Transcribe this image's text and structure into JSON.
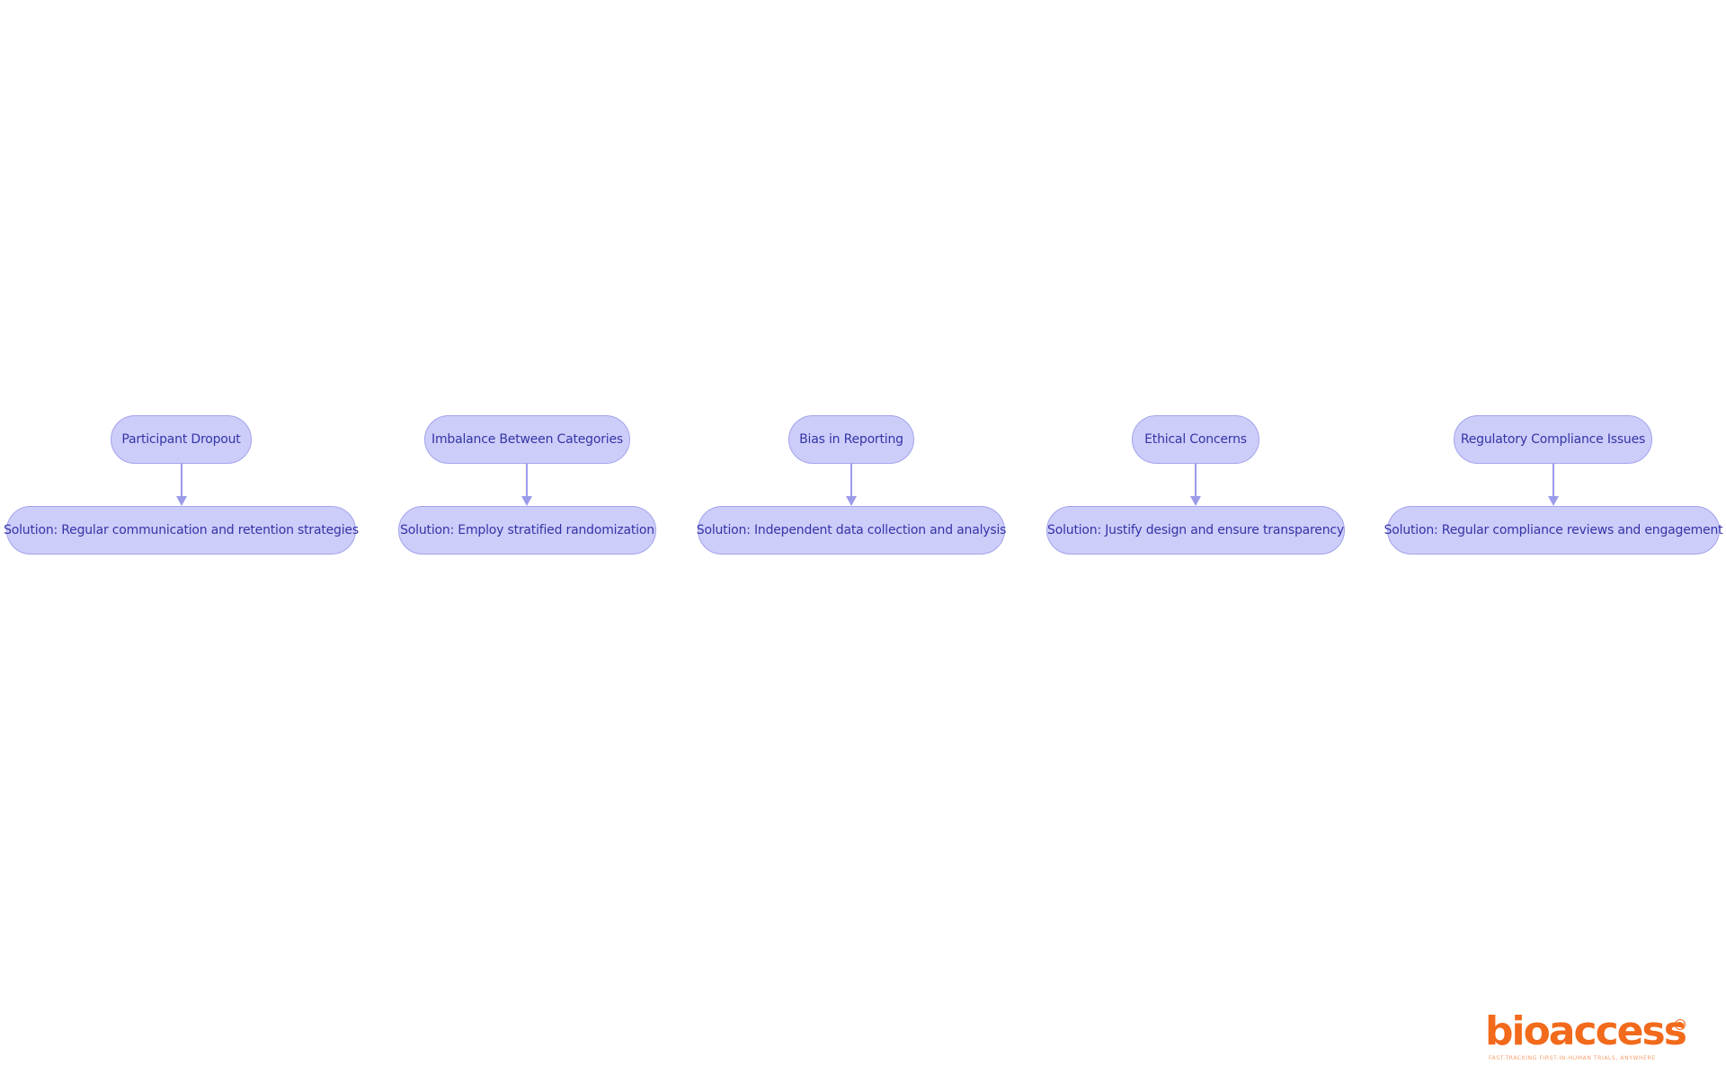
{
  "diagram": {
    "columns": [
      {
        "problem": "Participant Dropout",
        "solution": "Solution: Regular communication and retention strategies"
      },
      {
        "problem": "Imbalance Between Categories",
        "solution": "Solution: Employ stratified randomization"
      },
      {
        "problem": "Bias in Reporting",
        "solution": "Solution: Independent data collection and analysis"
      },
      {
        "problem": "Ethical Concerns",
        "solution": "Solution: Justify design and ensure transparency"
      },
      {
        "problem": "Regulatory Compliance Issues",
        "solution": "Solution: Regular compliance reviews and engagement"
      }
    ],
    "colors": {
      "node_fill": "#cdcdfa",
      "node_border": "#a3a3ec",
      "node_text": "#3434a6",
      "edge": "#9b9bea"
    }
  },
  "logo": {
    "wordmark": "bioaccess",
    "registered_mark": "R",
    "tagline": "FAST-TRACKING FIRST-IN-HUMAN TRIALS, ANYWHERE",
    "color": "#f26a1b"
  }
}
